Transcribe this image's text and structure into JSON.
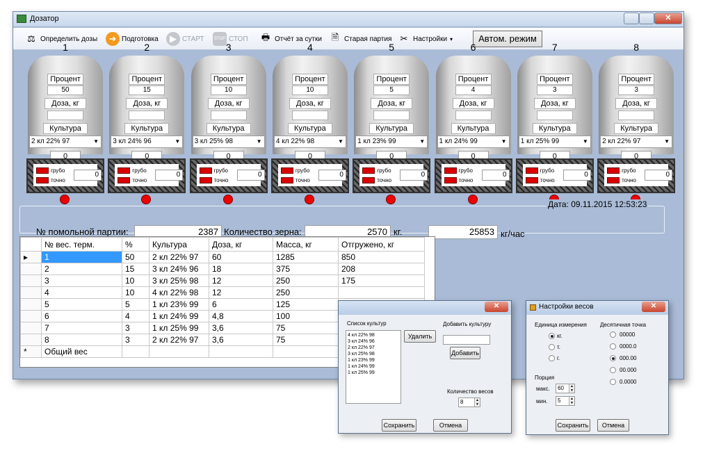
{
  "window": {
    "title": "Дозатор"
  },
  "toolbar": {
    "define": "Определить дозы",
    "prepare": "Подготовка",
    "start": "СТАРТ",
    "stop": "СТОП",
    "stop_icon": "STOP",
    "report": "Отчёт за сутки",
    "old_batch": "Старая партия",
    "settings": "Настройки",
    "auto_mode": "Автом. режим"
  },
  "silo_labels": {
    "percent": "Процент",
    "dose": "Доза, кг",
    "culture": "Культура",
    "coarse": "грубо",
    "fine": "точно"
  },
  "silos": [
    {
      "num": "1",
      "percent": "50",
      "culture": "2 кл 22% 97",
      "zero": "0",
      "count": "0"
    },
    {
      "num": "2",
      "percent": "15",
      "culture": "3 кл 24% 96",
      "zero": "0",
      "count": "0"
    },
    {
      "num": "3",
      "percent": "10",
      "culture": "3 кл 25% 98",
      "zero": "0",
      "count": "0"
    },
    {
      "num": "4",
      "percent": "10",
      "culture": "4 кл 22% 98",
      "zero": "0",
      "count": "0"
    },
    {
      "num": "5",
      "percent": "5",
      "culture": "1 кл 23% 99",
      "zero": "0",
      "count": "0"
    },
    {
      "num": "6",
      "percent": "4",
      "culture": "1 кл 24% 99",
      "zero": "0",
      "count": "0"
    },
    {
      "num": "7",
      "percent": "3",
      "culture": "1 кл 25% 99",
      "zero": "0",
      "count": "0"
    },
    {
      "num": "8",
      "percent": "3",
      "culture": "2 кл 22% 97",
      "zero": "0",
      "count": "0"
    }
  ],
  "info": {
    "date": "Дата: 09.11.2015 12:53:23",
    "batch_label": "№ помольной партии:",
    "batch_value": "2387",
    "grain_label": "Количество зерна:",
    "grain_value": "2570",
    "grain_unit": "кг.",
    "rate_value": "25853",
    "rate_unit": "кг/час"
  },
  "grid": {
    "headers": [
      "№ вес. терм.",
      "%",
      "Культура",
      "Доза, кг",
      "Масса, кг",
      "Отгружено, кг"
    ],
    "rows": [
      [
        "1",
        "50",
        "2 кл 22% 97",
        "60",
        "1285",
        "850"
      ],
      [
        "2",
        "15",
        "3 кл 24% 96",
        "18",
        "375",
        "208"
      ],
      [
        "3",
        "10",
        "3 кл 25% 98",
        "12",
        "250",
        "175"
      ],
      [
        "4",
        "10",
        "4 кл 22% 98",
        "12",
        "250",
        ""
      ],
      [
        "5",
        "5",
        "1 кл 23% 99",
        "6",
        "125",
        ""
      ],
      [
        "6",
        "4",
        "1 кл 24% 99",
        "4,8",
        "100",
        ""
      ],
      [
        "7",
        "3",
        "1 кл 25% 99",
        "3,6",
        "75",
        ""
      ],
      [
        "8",
        "3",
        "2 кл 22% 97",
        "3,6",
        "75",
        ""
      ]
    ],
    "total": "Общий вес",
    "current_marker": "▸",
    "new_marker": "*"
  },
  "culture_dialog": {
    "title": "",
    "list_label": "Список культур",
    "items": [
      "4 кл 22% 98",
      "3 кл 24% 96",
      "2 кл 22% 97",
      "3 кл 25% 98",
      "1 кл 23% 99",
      "1 кл 24% 99",
      "1 кл 25% 99"
    ],
    "delete": "Удалить",
    "add_label": "Добавить культуру",
    "add_value": "",
    "add_button": "Добавить",
    "scales_label": "Количество весов",
    "scales_value": "8",
    "save": "Сохранить",
    "cancel": "Отмена"
  },
  "scale_dialog": {
    "title": "Настройки весов",
    "unit_label": "Единица измерения",
    "units": [
      "кг.",
      "т.",
      "г."
    ],
    "unit_selected": 0,
    "decimal_label": "Десятичная точка",
    "decimals": [
      "00000",
      "0000.0",
      "000.00",
      "00.000",
      "0.0000"
    ],
    "decimal_selected": 2,
    "portion_label": "Порция",
    "max_label": "макс.",
    "max_value": "60",
    "min_label": "мин.",
    "min_value": "5",
    "save": "Сохранить",
    "cancel": "Отмена"
  }
}
